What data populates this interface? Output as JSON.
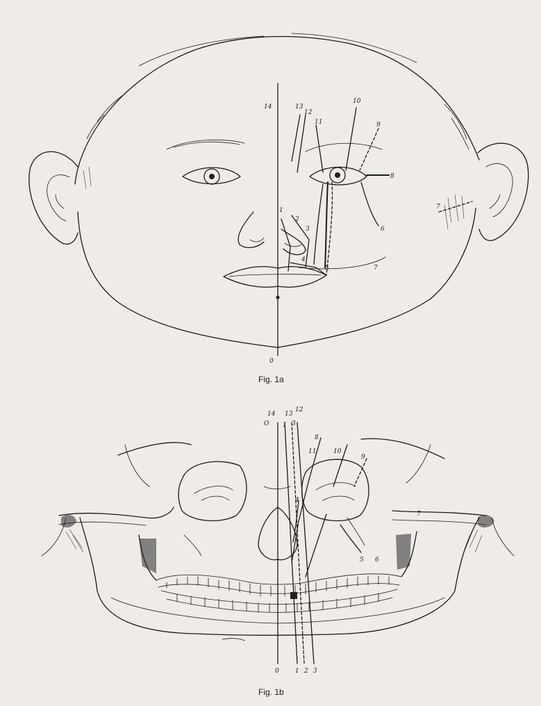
{
  "captions": {
    "fig_a": "Fig. 1a",
    "fig_b": "Fig. 1b"
  },
  "labels_a": {
    "l0": "0",
    "l1": "1",
    "l2": "2",
    "l3": "3",
    "l4": "4",
    "l5": "5",
    "l6": "6",
    "l7": "7",
    "l7b": "7",
    "l8": "8",
    "l9": "9",
    "l10": "10",
    "l11": "11",
    "l12": "12",
    "l13": "13",
    "l14": "14"
  },
  "labels_b": {
    "l14": "14",
    "l13": "13",
    "l12": "12",
    "lO": "O",
    "l1": "1",
    "l3": "3",
    "l8": "8",
    "l11": "11",
    "l10": "10",
    "l9": "9",
    "l7": "7",
    "l5": "5",
    "l6": "6",
    "l4": "4",
    "b0": "0",
    "b1": "1",
    "b2": "2",
    "b3": "3"
  }
}
